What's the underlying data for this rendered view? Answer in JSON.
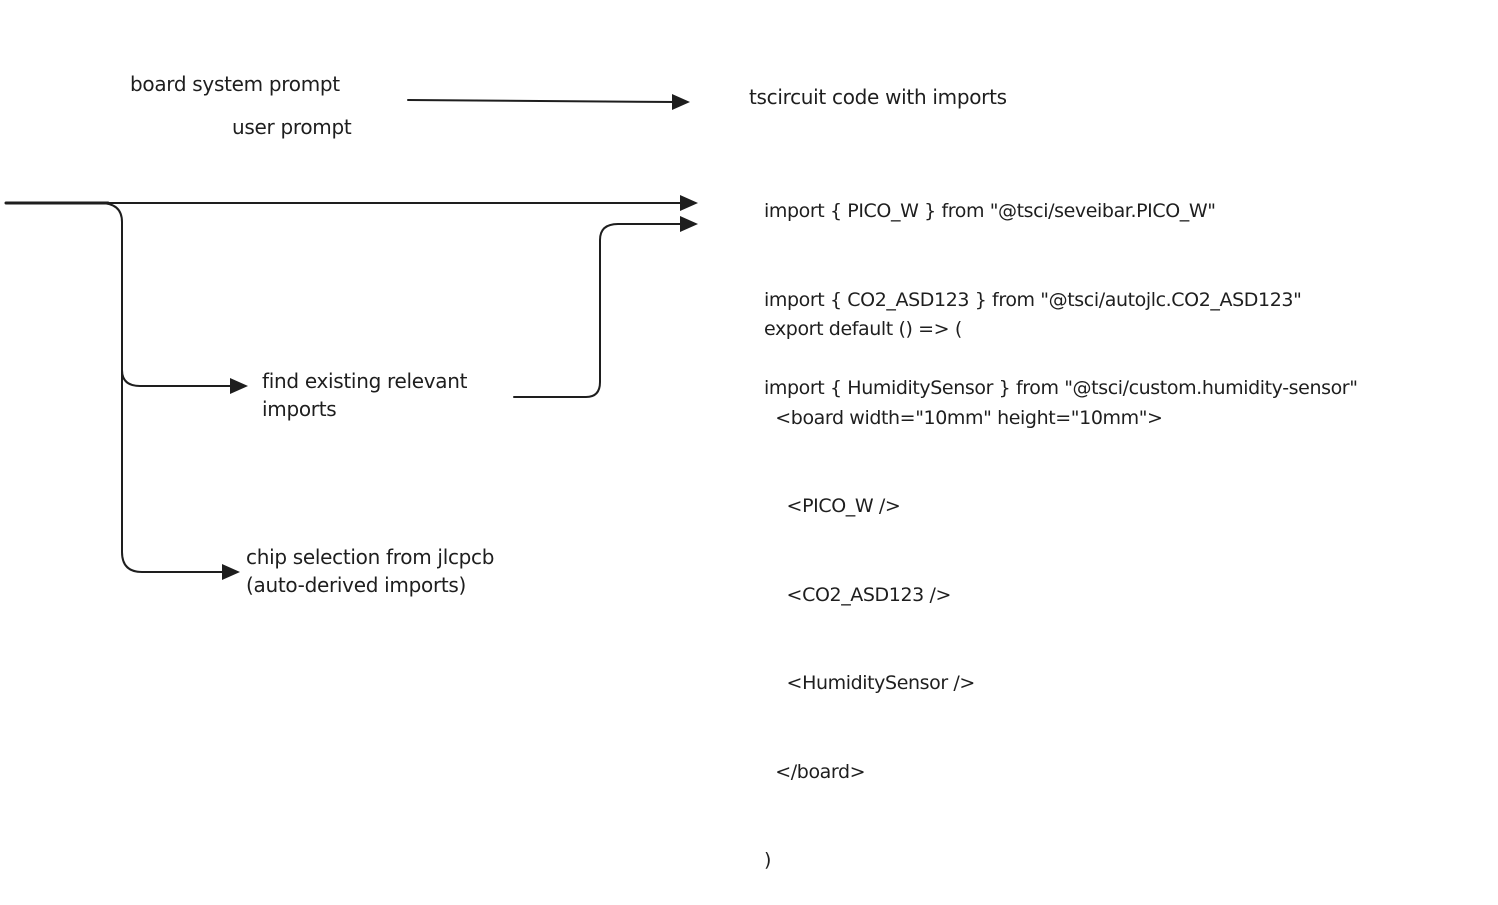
{
  "nodes": {
    "board_system_prompt": "board system prompt",
    "user_prompt": "user prompt",
    "output_title": "tscircuit code with imports",
    "find_imports": [
      "find existing relevant",
      "imports"
    ],
    "chip_selection": [
      "chip selection from jlcpcb",
      "(auto-derived imports)"
    ]
  },
  "code": {
    "imports": [
      "import { PICO_W } from \"@tsci/seveibar.PICO_W\"",
      "import { CO2_ASD123 } from \"@tsci/autojlc.CO2_ASD123\"",
      "import { HumiditySensor } from \"@tsci/custom.humidity-sensor\""
    ],
    "body": [
      "export default () => (",
      "  <board width=\"10mm\" height=\"10mm\">",
      "    <PICO_W />",
      "    <CO2_ASD123 />",
      "    <HumiditySensor />",
      "  </board>",
      ")"
    ]
  },
  "edges": [
    {
      "from": "board system prompt / user prompt",
      "to": "tscircuit code with imports"
    },
    {
      "from": "input",
      "to": "tscircuit code with imports"
    },
    {
      "from": "input",
      "to": "find existing relevant imports"
    },
    {
      "from": "find existing relevant imports",
      "to": "tscircuit code with imports"
    },
    {
      "from": "input",
      "to": "chip selection from jlcpcb (auto-derived imports)"
    }
  ],
  "colors": {
    "stroke": "#1e1e1e",
    "background": "#ffffff"
  }
}
